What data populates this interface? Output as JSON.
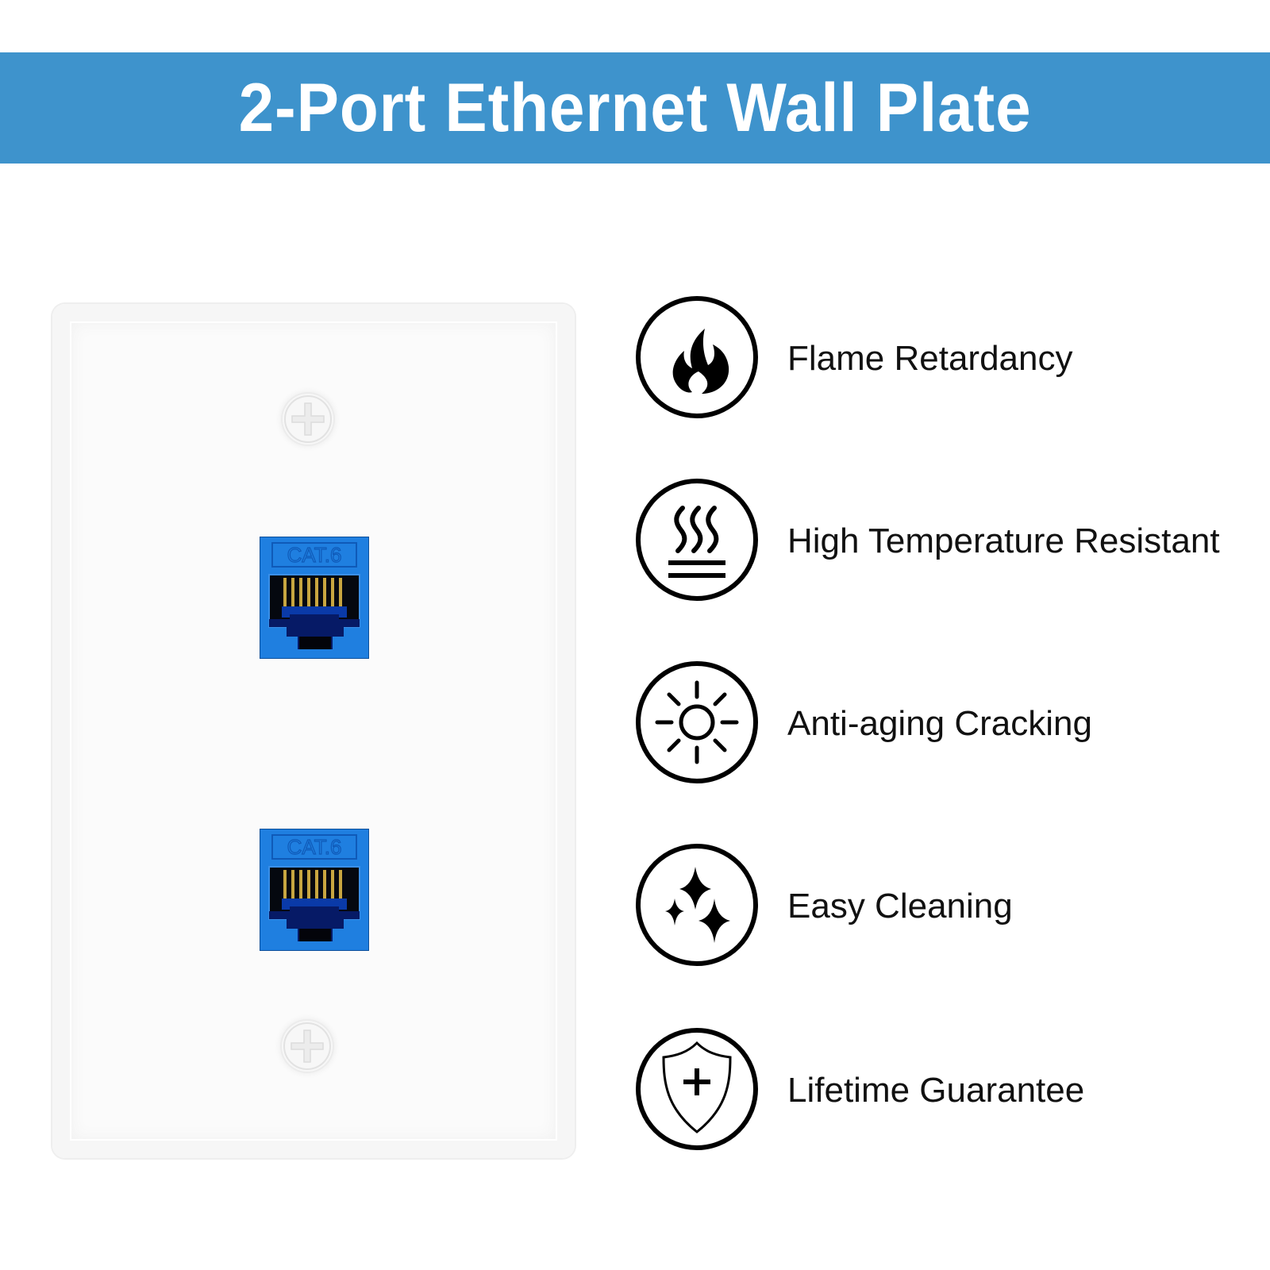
{
  "banner": {
    "title": "2-Port Ethernet Wall Plate",
    "color": "#3e93cc"
  },
  "wall_plate": {
    "color": "#fbfbfb",
    "ports": [
      {
        "label": "CAT.6",
        "color": "#1f7fe0"
      },
      {
        "label": "CAT.6",
        "color": "#1f7fe0"
      }
    ],
    "screws": 2
  },
  "features": [
    {
      "icon": "flame-icon",
      "label": "Flame Retardancy"
    },
    {
      "icon": "heat-waves-icon",
      "label": "High Temperature Resistant"
    },
    {
      "icon": "sun-icon",
      "label": "Anti-aging Cracking"
    },
    {
      "icon": "sparkles-icon",
      "label": "Easy Cleaning"
    },
    {
      "icon": "shield-plus-icon",
      "label": "Lifetime Guarantee"
    }
  ]
}
